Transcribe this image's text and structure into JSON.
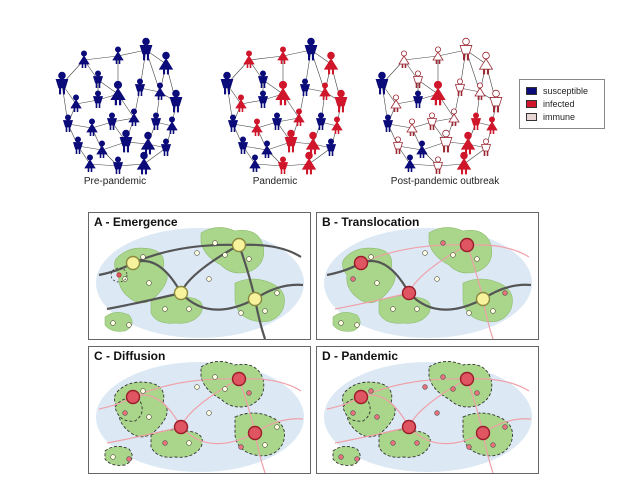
{
  "top": {
    "captions": [
      "Pre-pandemic",
      "Pandemic",
      "Post-pandemic outbreak"
    ],
    "legend": [
      {
        "label": "susceptible",
        "color": "#0b0b7a"
      },
      {
        "label": "infected",
        "color": "#d0162b"
      },
      {
        "label": "immune",
        "color": "#e6d6d6"
      }
    ]
  },
  "panels": [
    {
      "title": "A - Emergence"
    },
    {
      "title": "B - Translocation"
    },
    {
      "title": "C - Diffusion"
    },
    {
      "title": "D - Pandemic"
    }
  ],
  "colors": {
    "susceptible": "#0b0b7a",
    "infected": "#d0162b",
    "immune_fill": "#ffffff",
    "immune_stroke": "#9b2a35",
    "land": "#a9d68a",
    "sea": "#dce9f5",
    "route": "#555555",
    "infected_route": "#f0a0a8",
    "node_yellow": "#f7f39c"
  }
}
